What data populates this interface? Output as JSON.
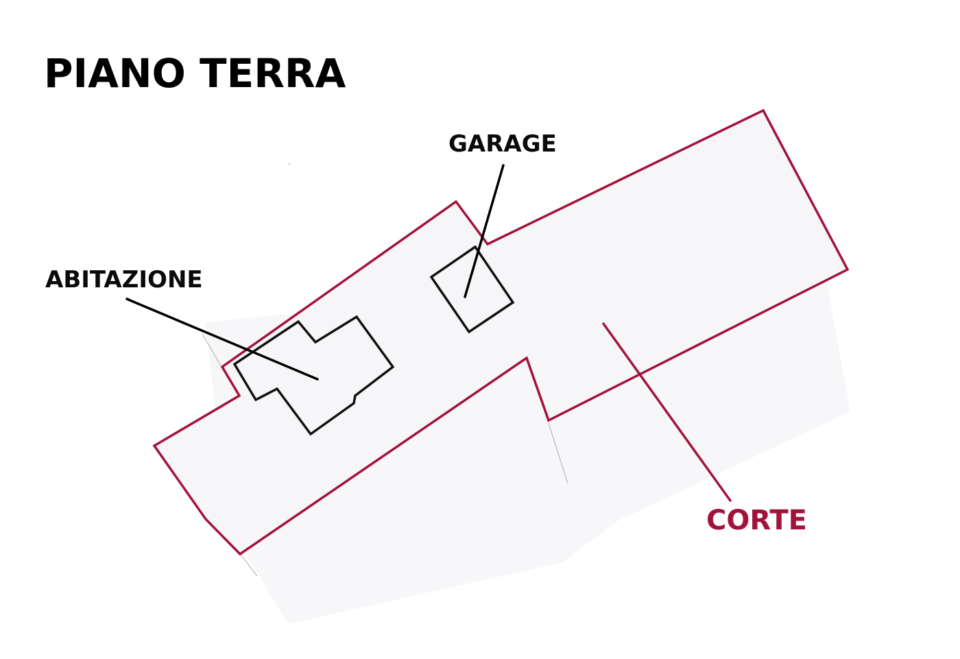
{
  "page": {
    "title": "PIANO TERRA"
  },
  "labels": {
    "garage": "GARAGE",
    "abitazione": "ABITAZIONE",
    "corte": "CORTE"
  },
  "colors": {
    "title": "#000000",
    "building_outline": "#111111",
    "leader_line": "#000000",
    "courtyard_outline": "#a3123a",
    "courtyard_label": "#a3123a",
    "label_text": "#0a0a0a",
    "courtyard_fill": "#f6f6f9",
    "paper_shadow": "#f1f1f4",
    "faint_marks": "#9a9a9a"
  }
}
